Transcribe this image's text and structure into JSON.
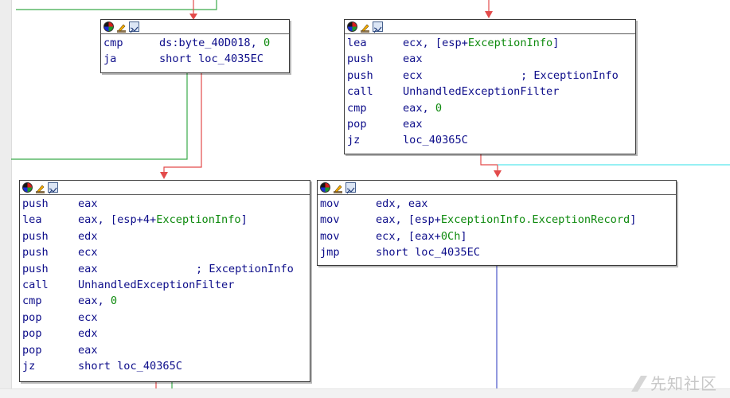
{
  "nodes": {
    "top_left": {
      "lines": [
        {
          "mn": "cmp",
          "op": "ds:byte_40D018, ",
          "op_g": "0"
        },
        {
          "mn": "ja",
          "op": "short loc_4035EC"
        }
      ]
    },
    "top_right": {
      "lines": [
        {
          "mn": "lea",
          "op": "ecx, [esp+",
          "op_g": "ExceptionInfo",
          "op_tail": "]"
        },
        {
          "mn": "push",
          "op": "eax"
        },
        {
          "mn": "push",
          "op": "ecx",
          "comment": "; ExceptionInfo"
        },
        {
          "mn": "call",
          "op": "UnhandledExceptionFilter"
        },
        {
          "mn": "cmp",
          "op": "eax, ",
          "op_g": "0"
        },
        {
          "mn": "pop",
          "op": "eax"
        },
        {
          "mn": "jz",
          "op": "loc_40365C"
        }
      ]
    },
    "bottom_left": {
      "lines": [
        {
          "mn": "push",
          "op": "eax"
        },
        {
          "mn": "lea",
          "op": "eax, [esp+4+",
          "op_g": "ExceptionInfo",
          "op_tail": "]"
        },
        {
          "mn": "push",
          "op": "edx"
        },
        {
          "mn": "push",
          "op": "ecx"
        },
        {
          "mn": "push",
          "op": "eax",
          "comment": "; ExceptionInfo"
        },
        {
          "mn": "call",
          "op": "UnhandledExceptionFilter"
        },
        {
          "mn": "cmp",
          "op": "eax, ",
          "op_g": "0"
        },
        {
          "mn": "pop",
          "op": "ecx"
        },
        {
          "mn": "pop",
          "op": "edx"
        },
        {
          "mn": "pop",
          "op": "eax"
        },
        {
          "mn": "jz",
          "op": "short loc_40365C"
        }
      ]
    },
    "bottom_right": {
      "lines": [
        {
          "mn": "mov",
          "op": "edx, eax"
        },
        {
          "mn": "mov",
          "op": "eax, [esp+",
          "op_g": "ExceptionInfo.ExceptionRecord",
          "op_tail": "]"
        },
        {
          "mn": "mov",
          "op": "ecx, [eax+",
          "op_g": "0Ch",
          "op_tail": "]"
        },
        {
          "mn": "jmp",
          "op": "short loc_4035EC"
        }
      ]
    }
  },
  "header_icons": [
    "color-wheel-icon",
    "edit-icon",
    "graph-icon"
  ],
  "watermark": "先知社区",
  "colors": {
    "edge_false": "#e34b4b",
    "edge_true": "#3aab4a",
    "edge_jump": "#4a56c9",
    "edge_cyan": "#59e6ee",
    "highlight_underline": "#e8415a",
    "mnemonic_text": "#0d0d8a",
    "number_green": "#0e8a0e"
  }
}
